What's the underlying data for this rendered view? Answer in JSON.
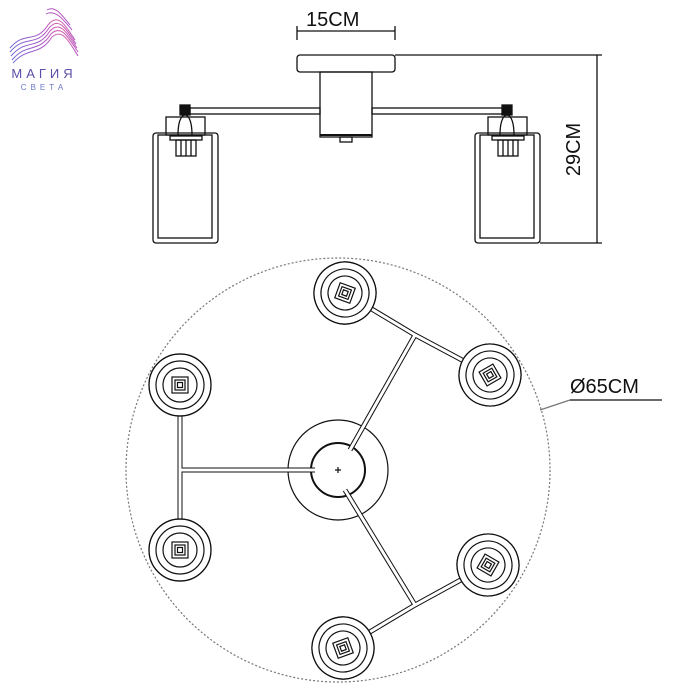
{
  "logo": {
    "name": "МАГИЯ",
    "subtitle": "СВЕТА",
    "colors": [
      "#6c6fd6",
      "#b04fc0",
      "#e06aa8"
    ]
  },
  "dimensions": {
    "width": "15CM",
    "height": "29CM",
    "diameter": "Ø65CM"
  },
  "drawing": {
    "lamp_count": 6,
    "line_color": "#111111",
    "outline_color": "#777777"
  }
}
